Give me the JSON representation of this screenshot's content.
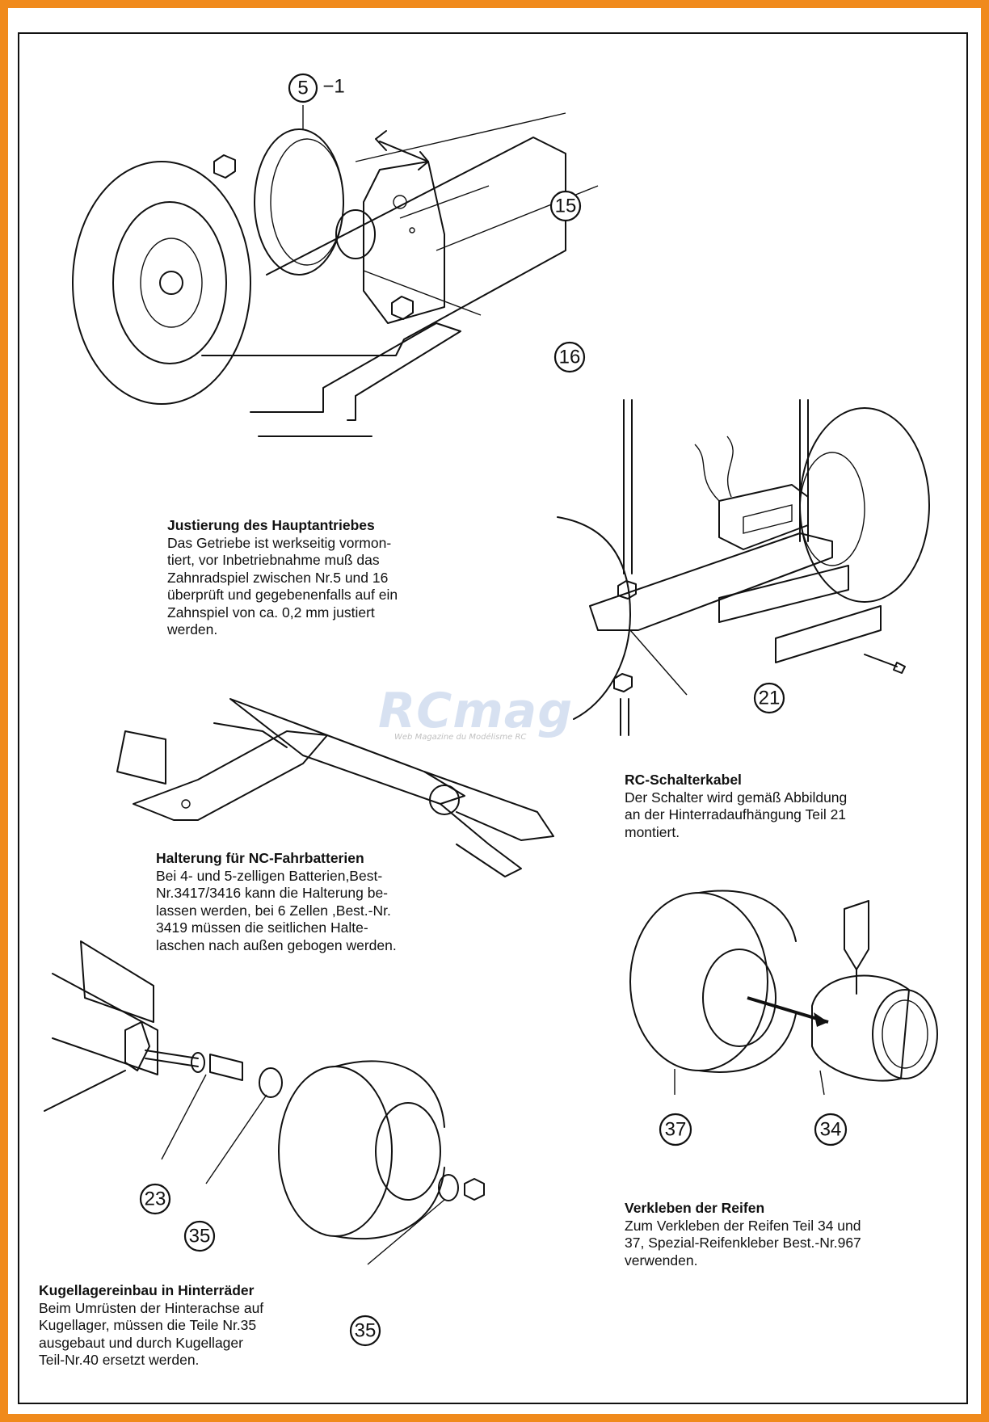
{
  "watermark": {
    "logo": "RCmag",
    "tagline": "Web Magazine du Modélisme RC"
  },
  "callouts": {
    "c5": "5",
    "c5_suffix": "−1",
    "c15": "15",
    "c16": "16",
    "c21": "21",
    "c23": "23",
    "c35a": "35",
    "c35b": "35",
    "c37": "37",
    "c34": "34"
  },
  "sections": {
    "justierung": {
      "title": "Justierung des Hauptantriebes",
      "lines": [
        "Das Getriebe ist werkseitig vormon-",
        "tiert, vor Inbetriebnahme muß das",
        "Zahnradspiel zwischen Nr.5 und 16",
        "überprüft und gegebenenfalls auf ein",
        "Zahnspiel von ca. 0,2 mm justiert",
        "werden."
      ]
    },
    "schalter": {
      "title": "RC-Schalterkabel",
      "lines": [
        "Der Schalter wird gemäß Abbildung",
        "an der Hinterradaufhängung Teil 21",
        "montiert."
      ]
    },
    "halterung": {
      "title": "Halterung für NC-Fahrbatterien",
      "lines": [
        "Bei 4- und 5-zelligen Batterien,Best-",
        "Nr.3417/3416 kann die Halterung be-",
        "lassen werden, bei 6 Zellen ,Best.-Nr.",
        "3419  müssen die seitlichen Halte-",
        "laschen nach außen gebogen werden."
      ]
    },
    "reifen": {
      "title": "Verkleben der Reifen",
      "lines": [
        "Zum Verkleben der Reifen Teil 34 und",
        "37, Spezial-Reifenkleber Best.-Nr.967",
        "verwenden."
      ]
    },
    "kugellager": {
      "title": "Kugellagereinbau in Hinterräder",
      "lines": [
        "Beim Umrüsten der Hinterachse auf",
        "Kugellager, müssen die Teile Nr.35",
        "ausgebaut und durch Kugellager",
        "Teil-Nr.40 ersetzt werden."
      ]
    }
  },
  "colors": {
    "frame": "#f08a1c",
    "ink": "#111111"
  }
}
